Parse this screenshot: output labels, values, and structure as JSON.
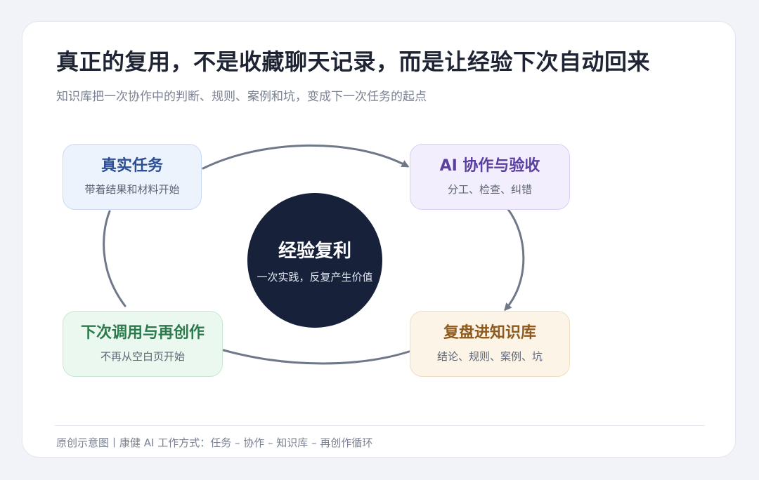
{
  "header": {
    "title": "真正的复用，不是收藏聊天记录，而是让经验下次自动回来",
    "subtitle": "知识库把一次协作中的判断、规则、案例和坑，变成下一次任务的起点"
  },
  "diagram": {
    "center": {
      "title": "经验复利",
      "subtitle": "一次实践，反复产生价值"
    },
    "nodes": [
      {
        "title": "真实任务",
        "subtitle": "带着结果和材料开始"
      },
      {
        "title": "AI 协作与验收",
        "subtitle": "分工、检查、纠错"
      },
      {
        "title": "复盘进知识库",
        "subtitle": "结论、规则、案例、坑"
      },
      {
        "title": "下次调用与再创作",
        "subtitle": "不再从空白页开始"
      }
    ]
  },
  "footer": {
    "caption": "原创示意图丨康健 AI 工作方式：任务 – 协作 – 知识库 – 再创作循环"
  },
  "colors": {
    "background": "#f1f3f8",
    "card": "#ffffff",
    "center_fill": "#17213a",
    "connector": "#6f7889",
    "node1_title": "#2c4f93",
    "node2_title": "#5b3fa0",
    "node3_title": "#8f5a1c",
    "node4_title": "#2a7a4c"
  }
}
